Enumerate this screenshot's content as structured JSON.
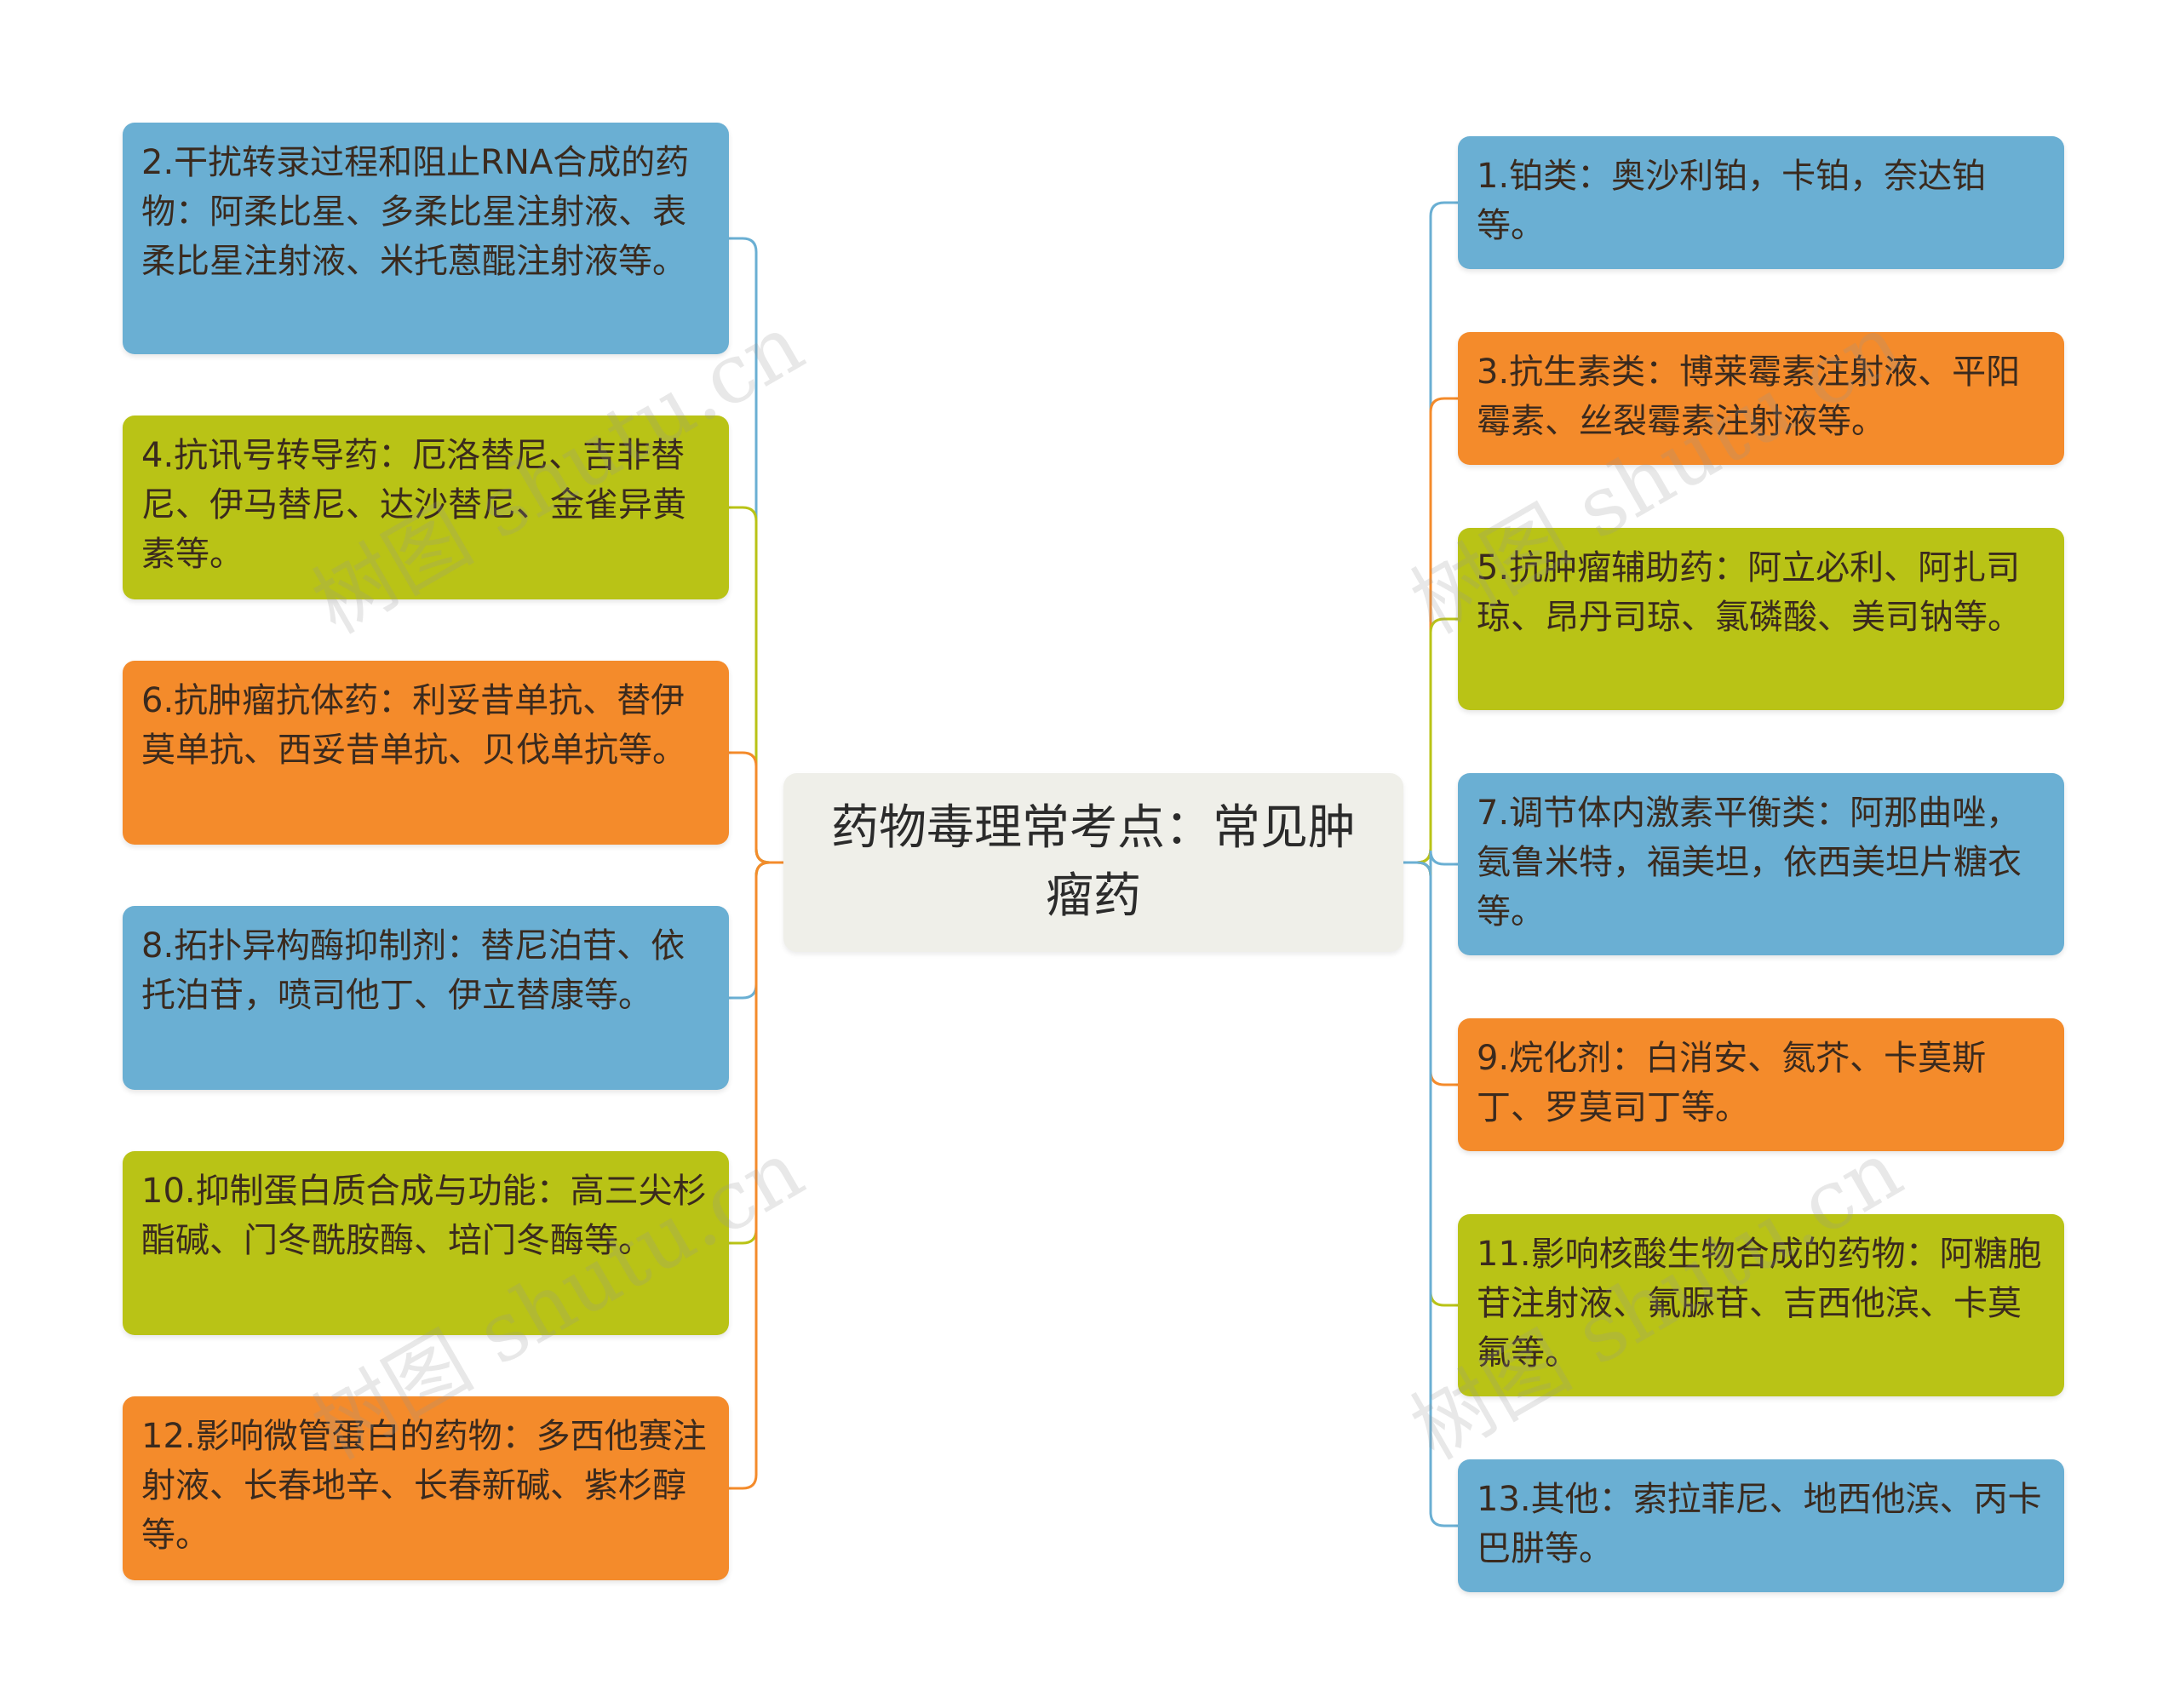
{
  "center": {
    "title": "药物毒理常考点：常见肿瘤药"
  },
  "colors": {
    "blue": "#6aafd3",
    "green": "#b9c316",
    "orange": "#f48b2b",
    "center_bg": "#efefe9"
  },
  "left_nodes": [
    {
      "text": "2.干扰转录过程和阻止RNA合成的药物：阿柔比星、多柔比星注射液、表柔比星注射液、米托蒽醌注射液等。",
      "color": "blue"
    },
    {
      "text": "4.抗讯号转导药：厄洛替尼、吉非替尼、伊马替尼、达沙替尼、金雀异黄素等。",
      "color": "green"
    },
    {
      "text": "6.抗肿瘤抗体药：利妥昔单抗、替伊莫单抗、西妥昔单抗、贝伐单抗等。",
      "color": "orange"
    },
    {
      "text": "8.拓扑异构酶抑制剂：替尼泊苷、依托泊苷，喷司他丁、伊立替康等。",
      "color": "blue"
    },
    {
      "text": "10.抑制蛋白质合成与功能：高三尖杉酯碱、门冬酰胺酶、培门冬酶等。",
      "color": "green"
    },
    {
      "text": "12.影响微管蛋白的药物：多西他赛注射液、长春地辛、长春新碱、紫杉醇等。",
      "color": "orange"
    }
  ],
  "right_nodes": [
    {
      "text": "1.铂类：奥沙利铂，卡铂，奈达铂等。",
      "color": "blue"
    },
    {
      "text": "3.抗生素类：博莱霉素注射液、平阳霉素、丝裂霉素注射液等。",
      "color": "orange"
    },
    {
      "text": "5.抗肿瘤辅助药：阿立必利、阿扎司琼、昂丹司琼、氯磷酸、美司钠等。",
      "color": "green"
    },
    {
      "text": "7.调节体内激素平衡类：阿那曲唑，氨鲁米特，福美坦，依西美坦片糖衣等。",
      "color": "blue"
    },
    {
      "text": "9.烷化剂：白消安、氮芥、卡莫斯丁、罗莫司丁等。",
      "color": "orange"
    },
    {
      "text": "11.影响核酸生物合成的药物：阿糖胞苷注射液、氟脲苷、吉西他滨、卡莫氟等。",
      "color": "green"
    },
    {
      "text": "13.其他：索拉菲尼、地西他滨、丙卡巴肼等。",
      "color": "blue"
    }
  ],
  "watermark": "树图 shutu.cn"
}
